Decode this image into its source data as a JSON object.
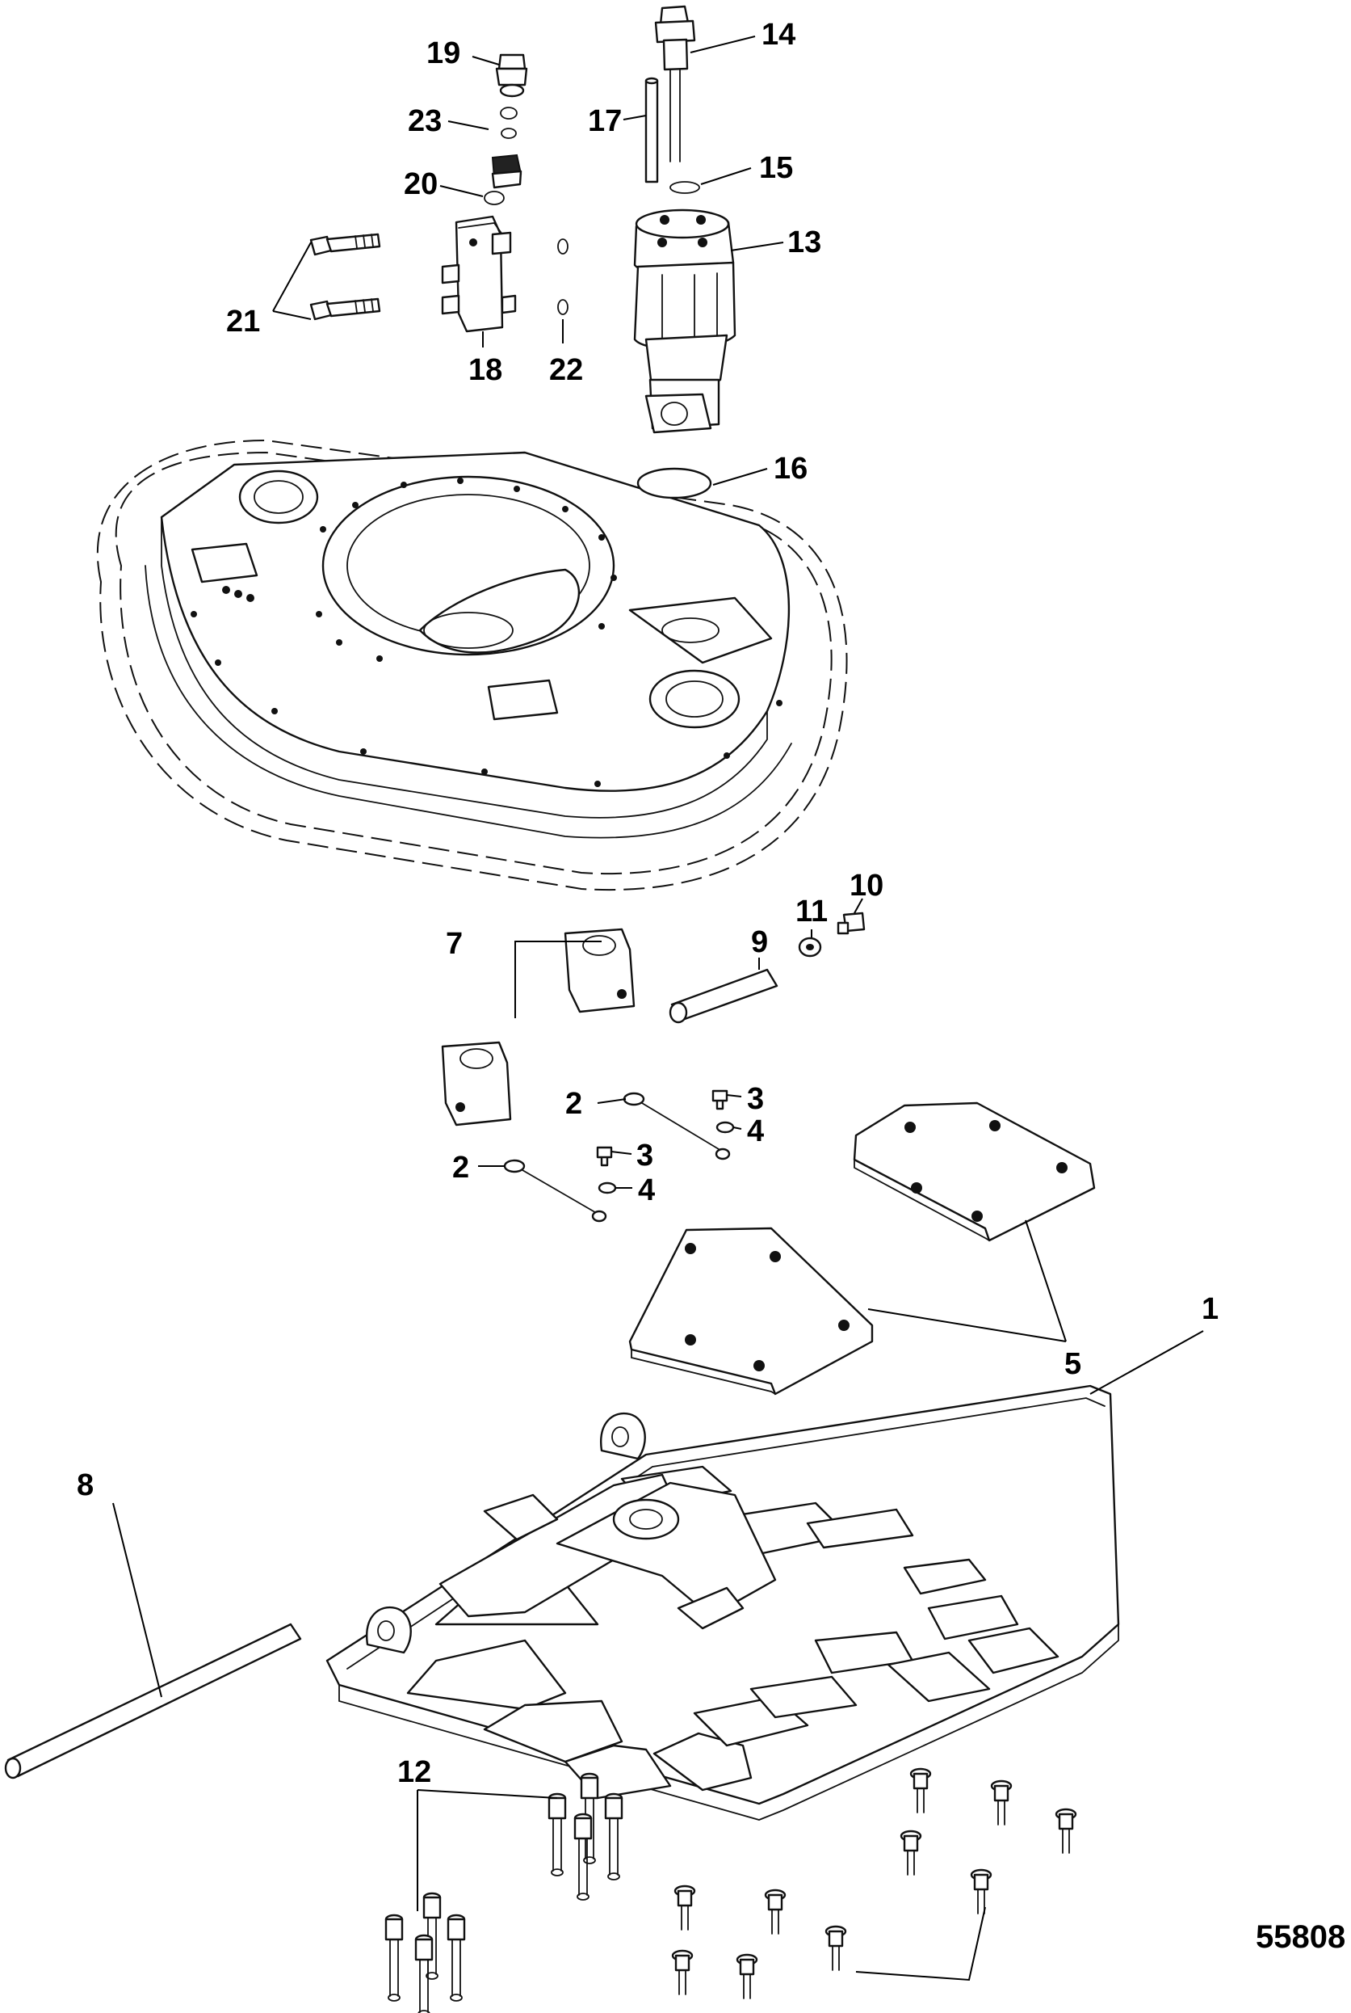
{
  "figure_number": "55808",
  "callouts": {
    "c1": "1",
    "c2a": "2",
    "c2b": "2",
    "c3a": "3",
    "c3b": "3",
    "c4a": "4",
    "c4b": "4",
    "c5": "5",
    "c7": "7",
    "c8": "8",
    "c9": "9",
    "c10": "10",
    "c11": "11",
    "c12": "12",
    "c13": "13",
    "c14": "14",
    "c15": "15",
    "c16": "16",
    "c17": "17",
    "c18": "18",
    "c19": "19",
    "c20": "20",
    "c21": "21",
    "c22": "22",
    "c23": "23"
  }
}
